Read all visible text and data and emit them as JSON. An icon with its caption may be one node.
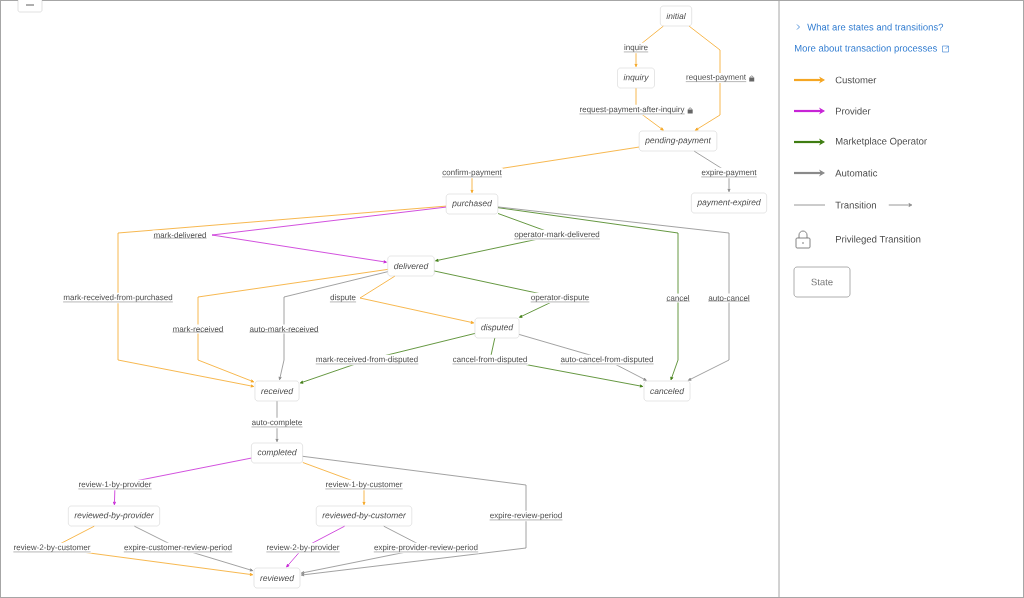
{
  "diagram": {
    "nodes": [
      {
        "text": [
          "initial"
        ]
      },
      {
        "text": [
          "inquiry"
        ]
      },
      {
        "text": [
          "pending-payment"
        ]
      },
      {
        "text": [
          "payment-expired"
        ]
      },
      {
        "text": [
          "purchased"
        ]
      },
      {
        "text": [
          "delivered"
        ]
      },
      {
        "text": [
          "disputed"
        ]
      },
      {
        "text": [
          "received"
        ]
      },
      {
        "text": [
          "canceled"
        ]
      },
      {
        "text": [
          "completed"
        ]
      },
      {
        "text": [
          "reviewed-by-provider"
        ]
      },
      {
        "text": [
          "reviewed-by-customer"
        ]
      },
      {
        "text": [
          "reviewed"
        ]
      }
    ],
    "edges": [
      {
        "from": 0,
        "to": 1,
        "arrow": "to",
        "label": "inquire",
        "color": "#f5a623"
      },
      {
        "from": 0,
        "to": 2,
        "arrow": "to",
        "label": "request-payment",
        "color": "#f5a623"
      },
      {
        "from": 1,
        "to": 2,
        "arrow": "to",
        "label": "request-payment-after-inquiry",
        "color": "#f5a623"
      },
      {
        "from": 2,
        "to": 4,
        "arrow": "to",
        "label": "confirm-payment",
        "color": "#f5a623"
      },
      {
        "from": 2,
        "to": 3,
        "arrow": "to",
        "label": "expire-payment",
        "color": "#8a8a8a"
      },
      {
        "from": 4,
        "to": 7,
        "arrow": "to",
        "label": "mark-received-from-purchased",
        "color": "#f5a623"
      },
      {
        "from": 4,
        "to": 5,
        "arrow": "to",
        "label": "mark-delivered",
        "color": "#c724d6"
      },
      {
        "from": 4,
        "to": 5,
        "arrow": "to",
        "label": "operator-mark-delivered",
        "color": "#3f7d12"
      },
      {
        "from": 4,
        "to": 8,
        "arrow": "to",
        "label": "cancel",
        "color": "#3f7d12"
      },
      {
        "from": 4,
        "to": 8,
        "arrow": "to",
        "label": "auto-cancel",
        "color": "#8a8a8a"
      },
      {
        "from": 5,
        "to": 7,
        "arrow": "to",
        "label": "mark-received",
        "color": "#f5a623"
      },
      {
        "from": 5,
        "to": 7,
        "arrow": "to",
        "label": "auto-mark-received",
        "color": "#8a8a8a"
      },
      {
        "from": 5,
        "to": 6,
        "arrow": "to",
        "label": "dispute",
        "color": "#f5a623"
      },
      {
        "from": 5,
        "to": 6,
        "arrow": "to",
        "label": "operator-dispute",
        "color": "#3f7d12"
      },
      {
        "from": 6,
        "to": 7,
        "arrow": "to",
        "label": "mark-received-from-disputed",
        "color": "#3f7d12"
      },
      {
        "from": 6,
        "to": 8,
        "arrow": "to",
        "label": "cancel-from-disputed",
        "color": "#3f7d12"
      },
      {
        "from": 6,
        "to": 8,
        "arrow": "to",
        "label": "auto-cancel-from-disputed",
        "color": "#8a8a8a"
      },
      {
        "from": 7,
        "to": 9,
        "arrow": "to",
        "label": "auto-complete",
        "color": "#8a8a8a"
      },
      {
        "from": 9,
        "to": 10,
        "arrow": "to",
        "label": "review-1-by-provider",
        "color": "#c724d6"
      },
      {
        "from": 9,
        "to": 11,
        "arrow": "to",
        "label": "review-1-by-customer",
        "color": "#f5a623"
      },
      {
        "from": 9,
        "to": 12,
        "arrow": "to",
        "label": "expire-review-period",
        "color": "#8a8a8a"
      },
      {
        "from": 10,
        "to": 12,
        "arrow": "to",
        "label": "review-2-by-customer",
        "color": "#f5a623"
      },
      {
        "from": 10,
        "to": 12,
        "arrow": "to",
        "label": "expire-customer-review-period",
        "color": "#8a8a8a"
      },
      {
        "from": 11,
        "to": 12,
        "arrow": "to",
        "label": "review-2-by-provider",
        "color": "#c724d6"
      },
      {
        "from": 11,
        "to": 12,
        "arrow": "to",
        "label": "expire-provider-review-period",
        "color": "#8a8a8a"
      }
    ],
    "labels": [
      "What are states and transitions?",
      "More about transaction processes"
    ],
    "legend": [
      {
        "text": "Customer",
        "color": "#f5a623"
      },
      {
        "text": "Provider",
        "color": "#c724d6"
      },
      {
        "text": "Marketplace Operator",
        "color": "#3f7d12"
      },
      {
        "text": "Automatic",
        "color": "#8a8a8a"
      },
      {
        "text": "Transition"
      },
      {
        "text": "Privileged Transition"
      },
      {
        "text": "State"
      }
    ]
  }
}
